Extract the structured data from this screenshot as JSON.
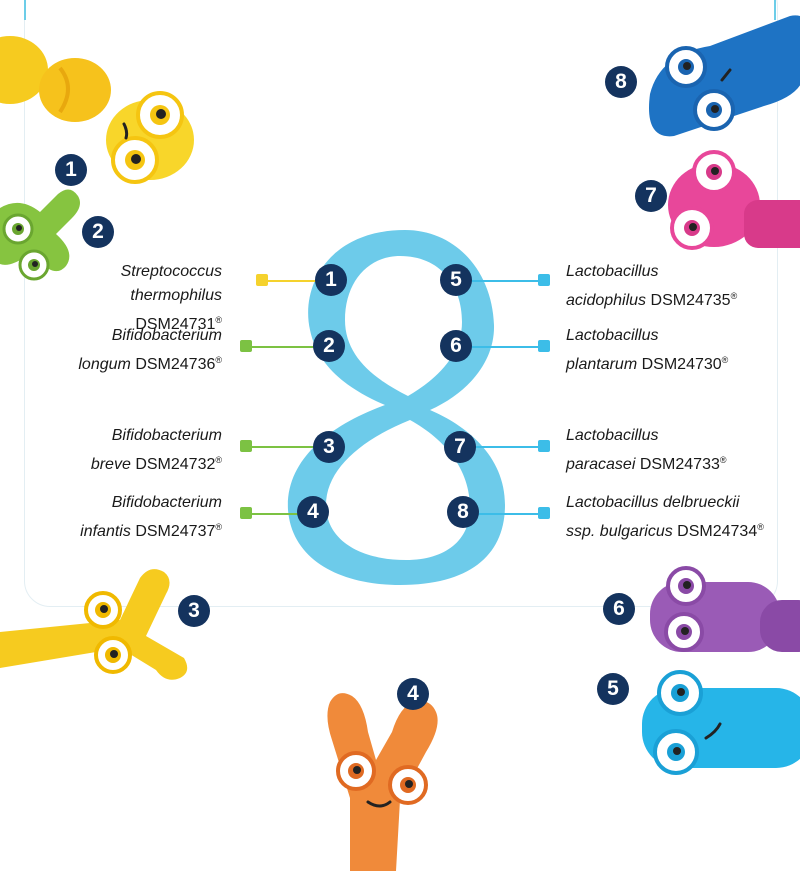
{
  "strains": [
    {
      "n": "1",
      "genus": "Streptococcus",
      "species": "thermophilus",
      "code": "DSM24731",
      "reg": "®",
      "color": "#f5d22d"
    },
    {
      "n": "2",
      "genus": "Bifidobacterium",
      "species": "longum",
      "code": "DSM24736",
      "reg": "®",
      "color": "#7cc243"
    },
    {
      "n": "3",
      "genus": "Bifidobacterium",
      "species": "breve",
      "code": "DSM24732",
      "reg": "®",
      "color": "#7cc243"
    },
    {
      "n": "4",
      "genus": "Bifidobacterium",
      "species": "infantis",
      "code": "DSM24737",
      "reg": "®",
      "color": "#7cc243"
    },
    {
      "n": "5",
      "genus": "Lactobacillus",
      "species": "acidophilus",
      "code": "DSM24735",
      "reg": "®",
      "color": "#3cbde8"
    },
    {
      "n": "6",
      "genus": "Lactobacillus",
      "species": "plantarum",
      "code": "DSM24730",
      "reg": "®",
      "color": "#3cbde8"
    },
    {
      "n": "7",
      "genus": "Lactobacillus",
      "species": "paracasei",
      "code": "DSM24733",
      "reg": "®",
      "color": "#3cbde8"
    },
    {
      "n": "8",
      "genus": "Lactobacillus delbrueckii",
      "species": "ssp. bulgaricus",
      "code": "DSM24734",
      "reg": "®",
      "color": "#3cbde8"
    }
  ],
  "big_number": "8",
  "colors": {
    "badge": "#14335e",
    "figure_eight": "#6dcbea",
    "bug_yellow": "#f6cb1f",
    "bug_green": "#86c440",
    "bug_orange": "#f08a3a",
    "bug_purple": "#9a5bb6",
    "bug_cyan": "#26b5e8",
    "bug_blue": "#1e73c4",
    "bug_pink": "#e8479a"
  },
  "icons": [
    "bacterium-icon",
    "figure-eight-icon"
  ]
}
